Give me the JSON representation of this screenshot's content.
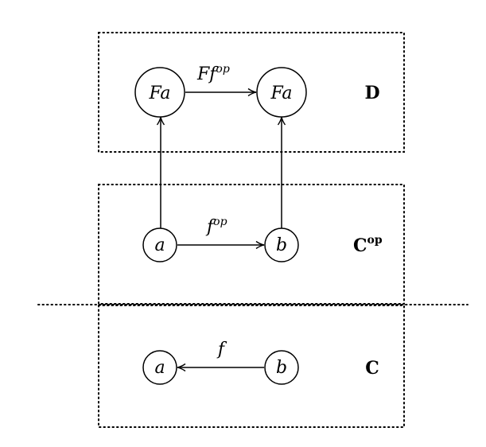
{
  "categories": {
    "D": {
      "label": "D"
    },
    "Cop": {
      "label": "C",
      "superscript": "op"
    },
    "C": {
      "label": "C"
    }
  },
  "nodes": {
    "d_left": {
      "label": "Fa"
    },
    "d_right": {
      "label": "Fa"
    },
    "cop_left": {
      "label": "a"
    },
    "cop_right": {
      "label": "b"
    },
    "c_left": {
      "label": "a"
    },
    "c_right": {
      "label": "b"
    }
  },
  "arrows": {
    "d_top": {
      "label": "Ff",
      "superscript": "op"
    },
    "cop_mid": {
      "label": "f",
      "superscript": "op"
    },
    "c_bottom": {
      "label": "f"
    }
  }
}
